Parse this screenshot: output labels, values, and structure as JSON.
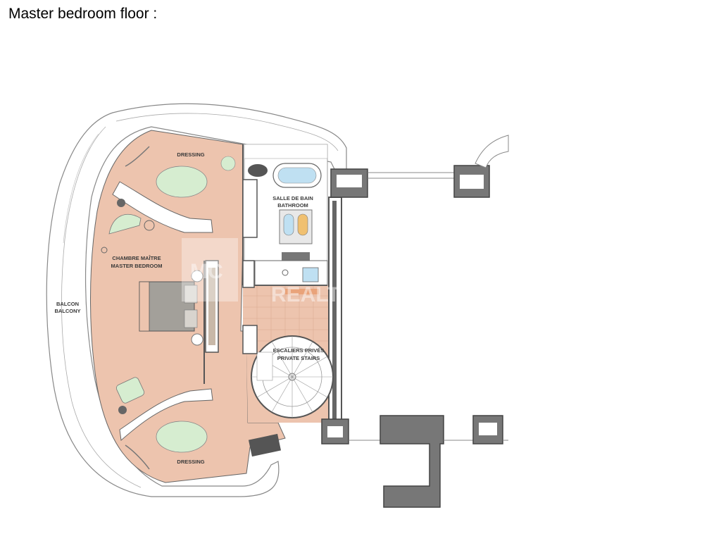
{
  "page": {
    "title": "Master bedroom floor :"
  },
  "rooms": {
    "dressing_top": "DRESSING",
    "dressing_bottom": "DRESSING",
    "bathroom_fr": "SALLE DE BAIN",
    "bathroom_en": "BATHROOM",
    "bedroom_fr": "CHAMBRE MAÎTRE",
    "bedroom_en": "MASTER BEDROOM",
    "balcony_fr": "BALCON",
    "balcony_en": "BALCONY",
    "stairs_fr": "ESCALIERS PRIVÉS",
    "stairs_en": "PRIVATE STAIRS"
  },
  "watermark": {
    "mark": "MC",
    "text": "REALT"
  },
  "colors": {
    "floor": "#EDC4AE",
    "wall": "#555555",
    "green": "#D6EDD0",
    "bath_water": "#BFE0F2",
    "bed": "#A3A09A",
    "balcony": "#FFFFFF",
    "line": "#777777"
  },
  "icons": {
    "tub": "bathtub-icon",
    "sinks": "double-sink-icon",
    "bed": "bed-icon",
    "stairs": "spiral-stair-icon"
  }
}
